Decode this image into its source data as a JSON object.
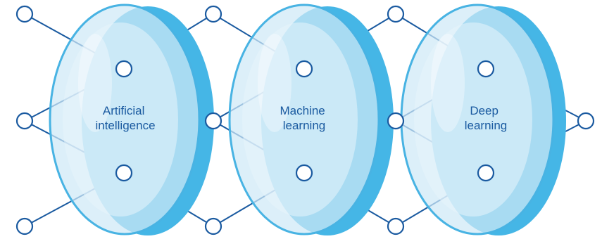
{
  "diagram": {
    "stages": [
      {
        "line1": "Artificial",
        "line2": "intelligence"
      },
      {
        "line1": "Machine",
        "line2": "learning"
      },
      {
        "line1": "Deep",
        "line2": "learning"
      }
    ],
    "colors": {
      "lens_rim": "#45b6e6",
      "lens_face": "#cfe9f6",
      "network_line": "#1a5aa0",
      "node_fill": "#ffffff"
    }
  }
}
